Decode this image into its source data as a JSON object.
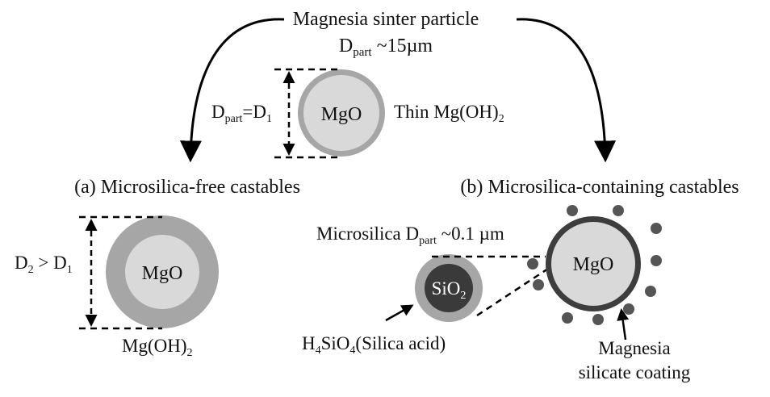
{
  "title": {
    "line1": "Magnesia sinter particle",
    "line2_main": "D",
    "line2_sub": "part",
    "line2_rest": " ~15µm"
  },
  "top_particle": {
    "core_label": "MgO",
    "dim_main": "D",
    "dim_sub": "part",
    "dim_mid": "=D",
    "dim_sub2": "1",
    "layer_main": "Thin  Mg(OH)",
    "layer_sub": "2"
  },
  "panel_a": {
    "heading": "(a) Microsilica-free castables",
    "core_label": "MgO",
    "dim_d2": "D",
    "dim_d2_sub": "2",
    "dim_gt": " > D",
    "dim_d1_sub": "1",
    "layer_main": "Mg(OH)",
    "layer_sub": "2"
  },
  "panel_b": {
    "heading": "(b) Microsilica-containing castables",
    "core_label": "MgO",
    "microsilica_main": "Microsilica D",
    "microsilica_sub": "part",
    "microsilica_rest": " ~0.1 µm",
    "silica_core_main": "SiO",
    "silica_core_sub": "2",
    "acid_h": "H",
    "acid_h_sub": "4",
    "acid_si": "SiO",
    "acid_si_sub": "4",
    "acid_rest": "(Silica acid)",
    "coating_line1": "Magnesia",
    "coating_line2": "silicate coating"
  },
  "colors": {
    "mgo_core": "#d9d9d9",
    "hydroxide_layer": "#a6a6a6",
    "sio2_core": "#3a3a3a",
    "dots": "#555555",
    "coating_ring": "#3d3d3d"
  }
}
